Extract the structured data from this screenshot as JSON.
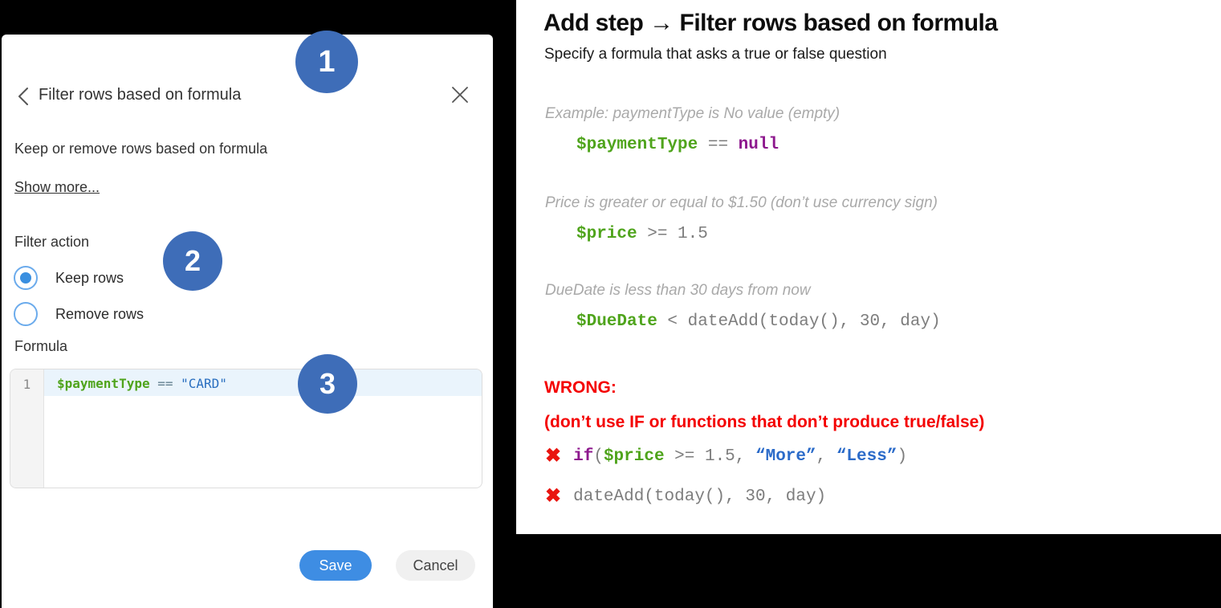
{
  "colors": {
    "badge_blue": "#3e6db8",
    "save_blue": "#3e8de3",
    "radio_blue": "#3a8fe0",
    "wrong_red": "#f40000",
    "code_green": "#4fa41c",
    "code_purple": "#8d188d",
    "code_string_blue": "#2b6bc9",
    "code_gray": "#7d7d7d",
    "active_line_bg": "#eaf4fc"
  },
  "icons": {
    "back": "chevron-left",
    "close": "x",
    "wrong_mark": "✖"
  },
  "badges": {
    "one": "1",
    "two": "2",
    "three": "3"
  },
  "dialog": {
    "title": "Filter rows based on formula",
    "description": "Keep or remove rows based on formula",
    "show_more_link": "Show more...",
    "filter_action_label": "Filter action",
    "radio_keep": "Keep rows",
    "radio_remove": "Remove rows",
    "formula_label": "Formula",
    "editor": {
      "line_number": "1",
      "code": [
        {
          "t": "$paymentType",
          "c": "green"
        },
        {
          "t": " == ",
          "c": "slate"
        },
        {
          "t": "\"CARD\"",
          "c": "blue"
        }
      ]
    },
    "save_button": "Save",
    "cancel_button": "Cancel"
  },
  "doc": {
    "title": "Add step → Filter rows based on formula",
    "subtitle": "Specify a formula that asks a true or false question",
    "examples": [
      {
        "caption": "Example: paymentType is No value (empty)",
        "code": [
          {
            "t": "$paymentType",
            "c": "green"
          },
          {
            "t": " == ",
            "c": "gray"
          },
          {
            "t": "null",
            "c": "purple"
          }
        ]
      },
      {
        "caption": "Price is greater or equal to $1.50 (don’t use currency sign)",
        "code": [
          {
            "t": "$price",
            "c": "green"
          },
          {
            "t": " >= 1.5",
            "c": "gray"
          }
        ]
      },
      {
        "caption": "DueDate is less than 30 days from now",
        "code": [
          {
            "t": "$DueDate",
            "c": "green"
          },
          {
            "t": " < dateAdd(today(), 30, day)",
            "c": "gray"
          }
        ]
      }
    ],
    "wrong": {
      "heading": "WRONG:",
      "note": "(don’t use IF or functions that don’t produce true/false)",
      "icon": "✖",
      "lines": [
        [
          {
            "t": "if",
            "c": "purple"
          },
          {
            "t": "(",
            "c": "gray"
          },
          {
            "t": "$price",
            "c": "green"
          },
          {
            "t": " >= 1.5, ",
            "c": "gray"
          },
          {
            "t": "“More”",
            "c": "blue"
          },
          {
            "t": ", ",
            "c": "gray"
          },
          {
            "t": "“Less”",
            "c": "blue"
          },
          {
            "t": ")",
            "c": "gray"
          }
        ],
        [
          {
            "t": "dateAdd(today(), 30, day)",
            "c": "gray"
          }
        ]
      ]
    }
  }
}
